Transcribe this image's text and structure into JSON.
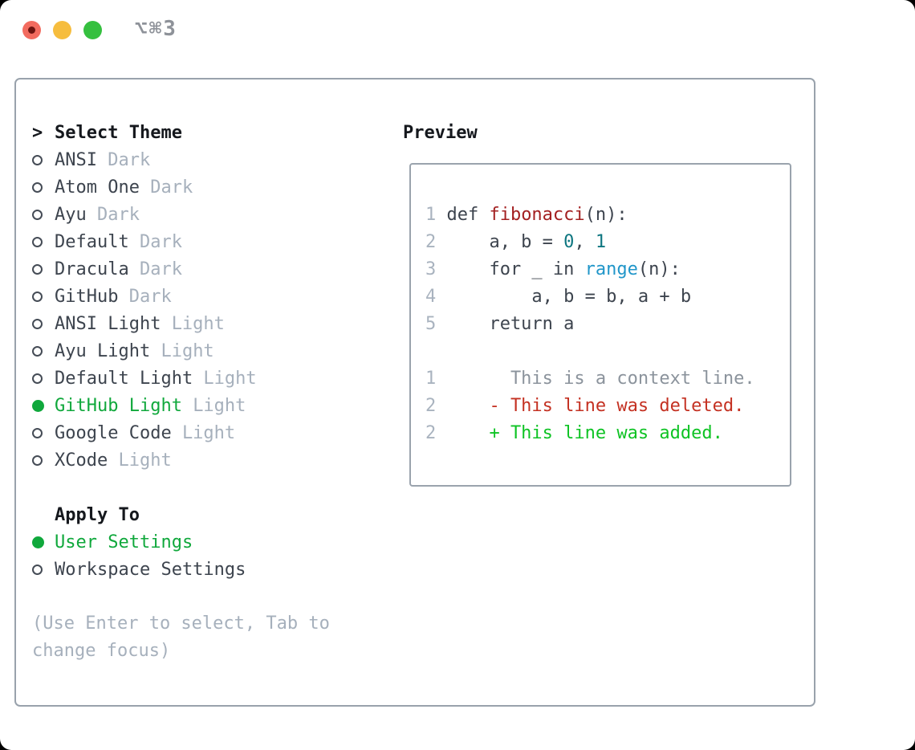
{
  "window": {
    "title": "⌥⌘3"
  },
  "theme_panel": {
    "header_prefix": ">",
    "header": "Select Theme",
    "themes": [
      {
        "name": "ANSI",
        "variant": "Dark",
        "selected": false
      },
      {
        "name": "Atom One",
        "variant": "Dark",
        "selected": false
      },
      {
        "name": "Ayu",
        "variant": "Dark",
        "selected": false
      },
      {
        "name": "Default",
        "variant": "Dark",
        "selected": false
      },
      {
        "name": "Dracula",
        "variant": "Dark",
        "selected": false
      },
      {
        "name": "GitHub",
        "variant": "Dark",
        "selected": false
      },
      {
        "name": "ANSI Light",
        "variant": "Light",
        "selected": false
      },
      {
        "name": "Ayu Light",
        "variant": "Light",
        "selected": false
      },
      {
        "name": "Default Light",
        "variant": "Light",
        "selected": false
      },
      {
        "name": "GitHub Light",
        "variant": "Light",
        "selected": true
      },
      {
        "name": "Google Code",
        "variant": "Light",
        "selected": false
      },
      {
        "name": "XCode",
        "variant": "Light",
        "selected": false
      }
    ],
    "apply_to": {
      "header": "Apply To",
      "options": [
        {
          "label": "User Settings",
          "selected": true
        },
        {
          "label": "Workspace Settings",
          "selected": false
        }
      ]
    },
    "hint_lines": [
      "(Use Enter to select, Tab to",
      "change focus)"
    ]
  },
  "preview": {
    "header": "Preview",
    "code_lines": [
      {
        "num": "1",
        "segments": [
          {
            "text": "def ",
            "style": "code"
          },
          {
            "text": "fibonacci",
            "style": "function"
          },
          {
            "text": "(n):",
            "style": "code"
          }
        ]
      },
      {
        "num": "2",
        "segments": [
          {
            "text": "    a, b = ",
            "style": "code"
          },
          {
            "text": "0",
            "style": "number"
          },
          {
            "text": ", ",
            "style": "code"
          },
          {
            "text": "1",
            "style": "number"
          }
        ]
      },
      {
        "num": "3",
        "segments": [
          {
            "text": "    for _ in ",
            "style": "code"
          },
          {
            "text": "range",
            "style": "builtin"
          },
          {
            "text": "(n):",
            "style": "code"
          }
        ]
      },
      {
        "num": "4",
        "segments": [
          {
            "text": "        a, b = b, a + b",
            "style": "code"
          }
        ]
      },
      {
        "num": "5",
        "segments": [
          {
            "text": "    return a",
            "style": "code"
          }
        ]
      },
      {
        "num": "",
        "segments": []
      },
      {
        "num": "1",
        "segments": [
          {
            "text": "      This is a context line.",
            "style": "context"
          }
        ]
      },
      {
        "num": "2",
        "segments": [
          {
            "text": "    - This line was deleted.",
            "style": "deleted"
          }
        ]
      },
      {
        "num": "2",
        "segments": [
          {
            "text": "    + This line was added.",
            "style": "added"
          }
        ]
      }
    ]
  },
  "colors": {
    "selected_green": "#10a83c",
    "text_dark": "#3d444e",
    "header_black": "#15181d",
    "muted_gray": "#a6b0bc",
    "panel_border": "#99a2ac",
    "line_number_gray": "#a9b3bf",
    "function_red": "#a32021",
    "literal_teal": "#0e7680",
    "builtin_blue": "#2196c9",
    "diff_context_gray": "#8b939c",
    "diff_deleted_red": "#c43122",
    "diff_added_green": "#0ec324",
    "title_gray": "#8e9299",
    "traffic_red": "#f26b5f",
    "traffic_yellow": "#f6bd3e",
    "traffic_green": "#35c03f"
  }
}
